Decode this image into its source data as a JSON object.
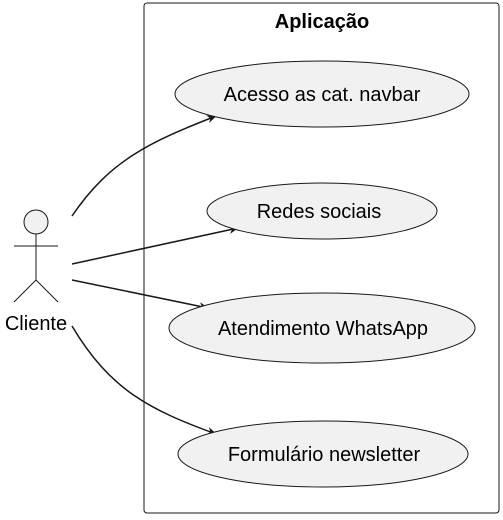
{
  "system": {
    "title": "Aplicação"
  },
  "actor": {
    "name": "Cliente"
  },
  "use_cases": [
    {
      "label": "Acesso as cat. navbar"
    },
    {
      "label": "Redes sociais"
    },
    {
      "label": "Atendimento WhatsApp"
    },
    {
      "label": "Formulário newsletter"
    }
  ],
  "colors": {
    "usecase_fill": "#f1f1f1",
    "stroke": "#181818",
    "background": "#ffffff"
  }
}
